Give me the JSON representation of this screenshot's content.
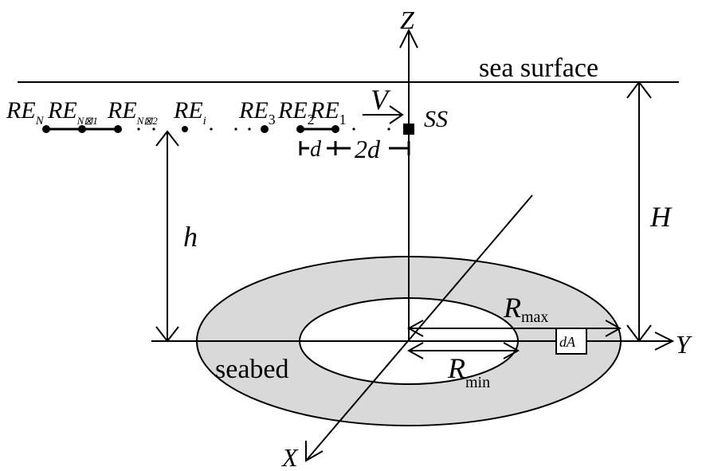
{
  "labels": {
    "axis_z": "Z",
    "axis_y": "Y",
    "axis_x": "X",
    "sea_surface": "sea surface",
    "seabed": "seabed",
    "ss": "SS",
    "velocity": "V",
    "height_H": "H",
    "height_h": "h",
    "d": "d",
    "two_d": "2d",
    "dA": "dA",
    "r_max": {
      "base": "R",
      "sub": "max"
    },
    "r_min": {
      "base": "R",
      "sub": "min"
    }
  },
  "receivers": [
    {
      "base": "RE",
      "sub": "N"
    },
    {
      "base": "RE",
      "sub": "N⊠1"
    },
    {
      "base": "RE",
      "sub": "N⊠2"
    },
    {
      "base": "RE",
      "sub": "i"
    },
    {
      "base": "RE",
      "sub": "3"
    },
    {
      "base": "RE",
      "sub": "2"
    },
    {
      "base": "RE",
      "sub": "1"
    }
  ],
  "colors": {
    "seabed_fill": "#d9d9d9",
    "inner_fill": "#ffffff",
    "line": "#000000"
  }
}
